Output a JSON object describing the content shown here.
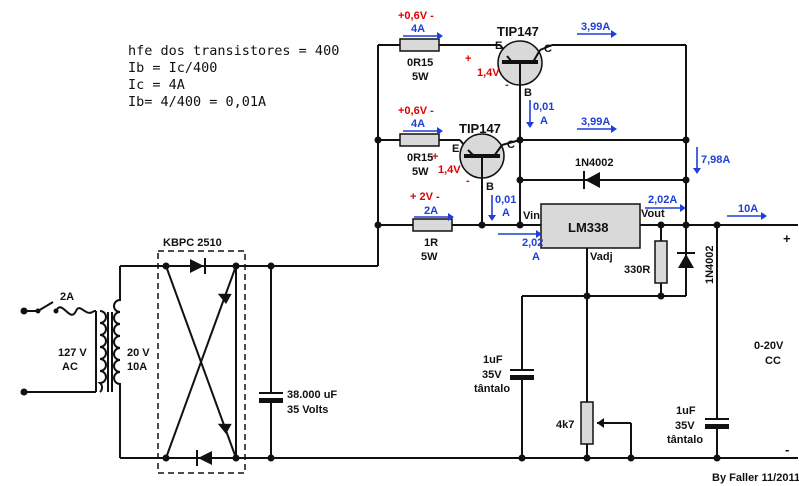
{
  "notes": {
    "line1": "hfe dos transistores = 400",
    "line2": "Ib = Ic/400",
    "line3": "Ic = 4A",
    "line4": "Ib= 4/400 = 0,01A"
  },
  "transformer": {
    "fuse_label": "2A",
    "primary_v": "127 V",
    "primary_type": "AC",
    "secondary_v": "20 V",
    "secondary_i": "10A"
  },
  "bridge": {
    "label": "KBPC 2510"
  },
  "filter_cap": {
    "value": "38.000 uF",
    "voltage": "35 Volts"
  },
  "q_top": {
    "name": "TIP147",
    "vbe": "1,4V",
    "plus": "+",
    "minus": "-",
    "pin_e": "E",
    "pin_c": "C",
    "pin_b": "B",
    "r_drop": "+0,6V -",
    "r_current": "4A",
    "r_name": "0R15",
    "r_power": "5W",
    "ic": "3,99A",
    "ib": "0,01",
    "ib_unit": "A"
  },
  "q_mid": {
    "name": "TIP147",
    "vbe": "1,4V",
    "plus": "+",
    "minus": "-",
    "pin_e": "E",
    "pin_c": "C",
    "pin_b": "B",
    "r_drop": "+0,6V -",
    "r_current": "4A",
    "r_name": "0R15",
    "r_power": "5W",
    "ic": "3,99A",
    "ib": "0,01",
    "ib_unit": "A"
  },
  "r_1r": {
    "drop": "+ 2V -",
    "current": "2A",
    "name": "1R",
    "power": "5W"
  },
  "diode_top": {
    "name": "1N4002",
    "current": "7,98A"
  },
  "regulator": {
    "name": "LM338",
    "vin": "Vin",
    "vout": "Vout",
    "vadj": "Vadj",
    "iin": "2,02",
    "iin_unit": "A",
    "iout": "2,02A"
  },
  "output": {
    "current": "10A",
    "plus": "+",
    "minus": "-",
    "range": "0-20V",
    "type": "CC"
  },
  "r_330": {
    "name": "330R"
  },
  "diode_right": {
    "name": "1N4002"
  },
  "cap_adj": {
    "value": "1uF",
    "voltage": "35V",
    "type": "tântalo"
  },
  "pot": {
    "name": "4k7"
  },
  "cap_out": {
    "value": "1uF",
    "voltage": "35V",
    "type": "tântalo"
  },
  "credit": "By Faller 11/2011"
}
